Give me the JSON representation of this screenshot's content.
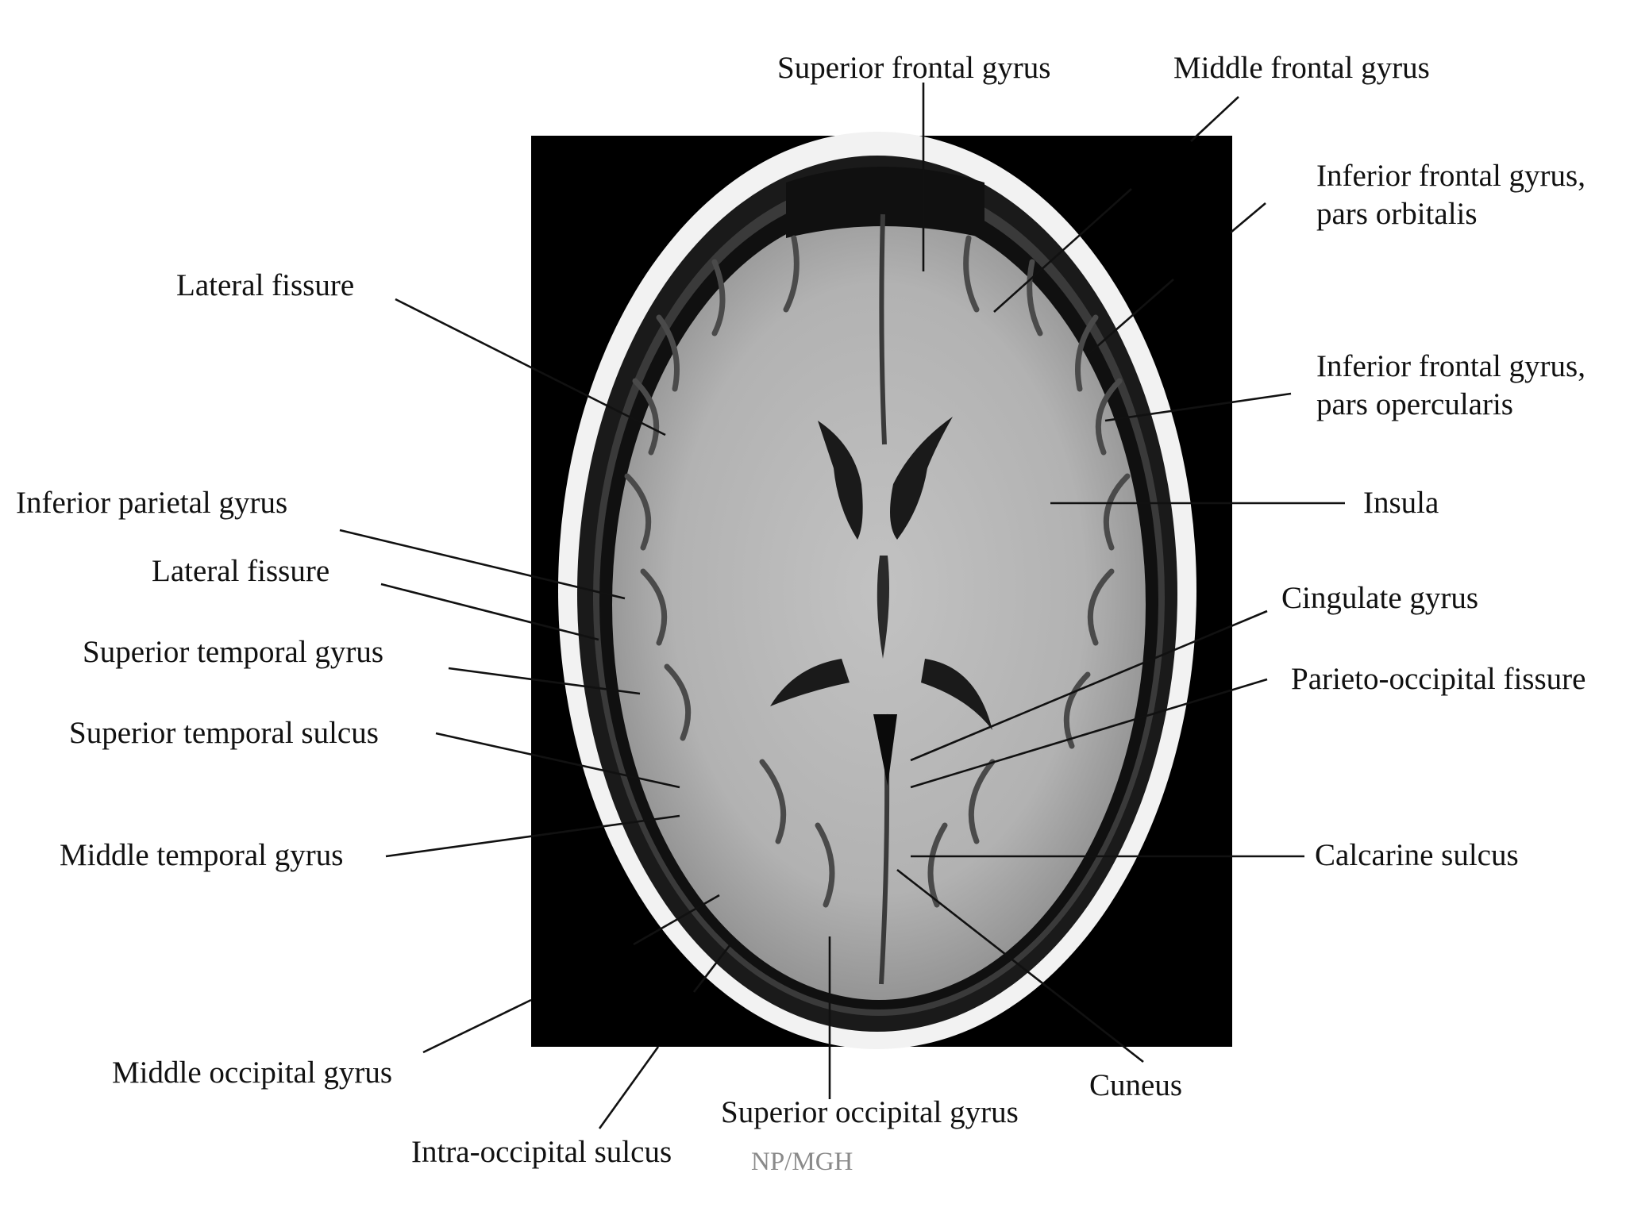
{
  "labels": {
    "superior_frontal_gyrus": "Superior frontal gyrus",
    "middle_frontal_gyrus": "Middle frontal gyrus",
    "inferior_frontal_gyrus_orbitalis": [
      "Inferior frontal gyrus,",
      "pars orbitalis"
    ],
    "lateral_fissure_upper": "Lateral fissure",
    "inferior_frontal_gyrus_opercularis": [
      "Inferior frontal gyrus,",
      "pars opercularis"
    ],
    "inferior_parietal_gyrus": "Inferior parietal gyrus",
    "insula": "Insula",
    "lateral_fissure_lower": "Lateral fissure",
    "cingulate_gyrus": "Cingulate gyrus",
    "superior_temporal_gyrus": "Superior temporal gyrus",
    "parieto_occipital_fissure": "Parieto-occipital fissure",
    "superior_temporal_sulcus": "Superior temporal sulcus",
    "middle_temporal_gyrus": "Middle temporal gyrus",
    "calcarine_sulcus": "Calcarine sulcus",
    "middle_occipital_gyrus": "Middle occipital gyrus",
    "cuneus": "Cuneus",
    "superior_occipital_gyrus": "Superior occipital gyrus",
    "intra_occipital_sulcus": "Intra-occipital sulcus"
  },
  "credit": "NP/MGH",
  "colors": {
    "background": "#ffffff",
    "image_frame": "#000000",
    "brain_tissue": "#b5b5b5",
    "skull_fat": "#f2f2f2",
    "leader_line": "#111111",
    "credit_text": "#8a8a8a"
  }
}
